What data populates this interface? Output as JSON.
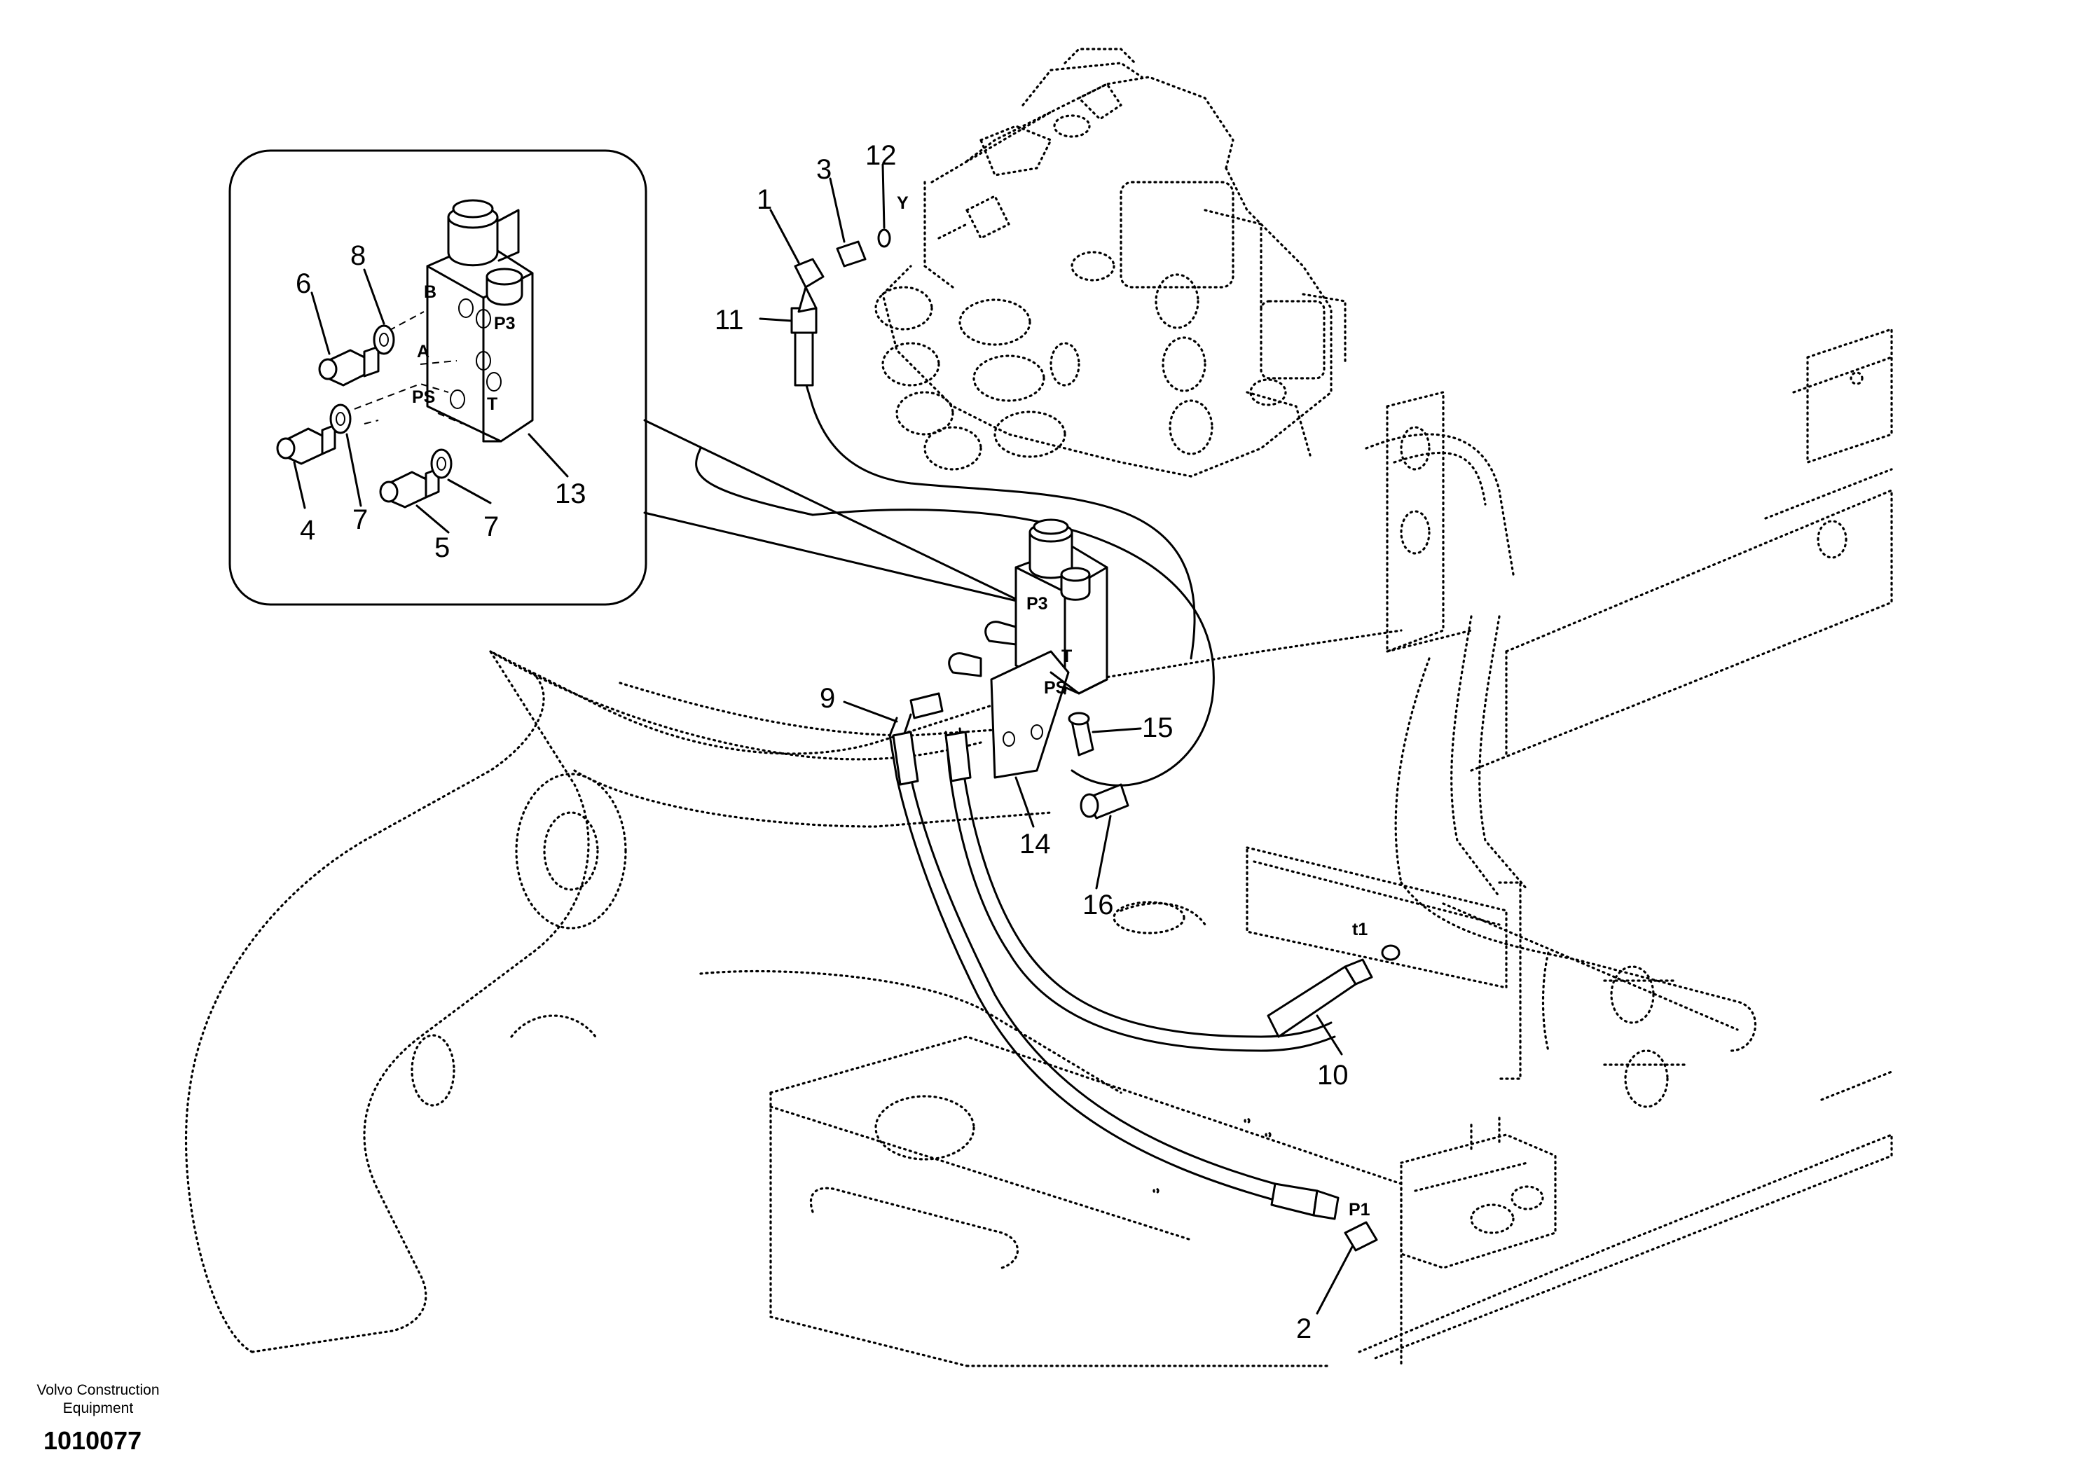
{
  "callouts": {
    "c1": "1",
    "c2": "2",
    "c3": "3",
    "c4": "4",
    "c5": "5",
    "c6": "6",
    "c7a": "7",
    "c7b": "7",
    "c8": "8",
    "c9": "9",
    "c10": "10",
    "c11": "11",
    "c12": "12",
    "c13": "13",
    "c14": "14",
    "c15": "15",
    "c16": "16"
  },
  "ports": {
    "detail_B": "B",
    "detail_P3": "P3",
    "detail_A": "A",
    "detail_PS": "PS",
    "detail_T": "T",
    "main_P3": "P3",
    "main_T": "T",
    "main_PS": "PS",
    "control_Y": "Y",
    "t1": "t1",
    "P1": "P1"
  },
  "footer": {
    "brand": "Volvo Construction\nEquipment",
    "drawing_number": "1010077"
  }
}
